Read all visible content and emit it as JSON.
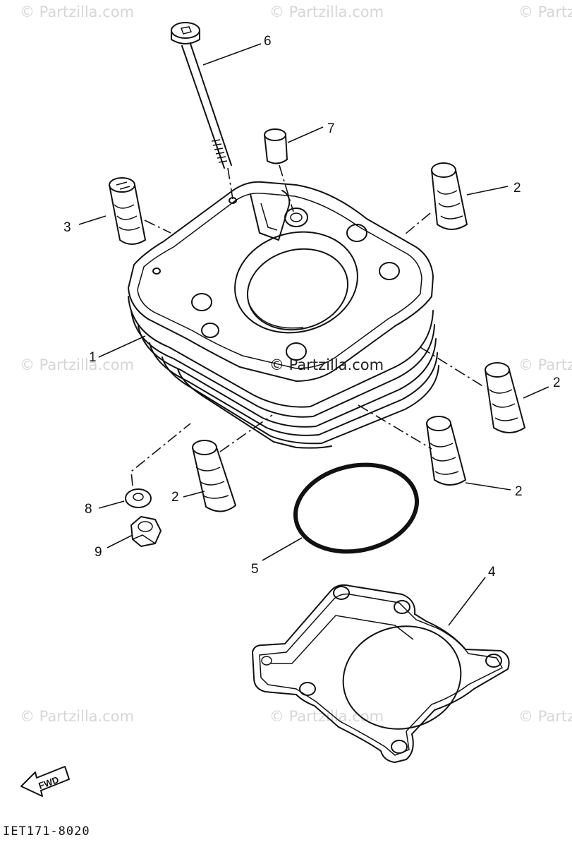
{
  "watermarks": {
    "top_left": "© Partzilla.com",
    "top_center": "© Partzilla.com",
    "top_right": "© Partz",
    "mid_left": "© Partzilla.com",
    "center": "© Partzilla.com",
    "mid_right": "© Partz",
    "low_left": "© Partzilla.com",
    "low_center": "© Partzilla.com",
    "low_right": "© Partz"
  },
  "callouts": {
    "c1": "1",
    "c2a": "2",
    "c2b": "2",
    "c2c": "2",
    "c2d": "2",
    "c3": "3",
    "c4": "4",
    "c5": "5",
    "c6": "6",
    "c7": "7",
    "c8": "8",
    "c9": "9"
  },
  "fwd_label": "FWD",
  "diagram_code": "IET171-8020"
}
